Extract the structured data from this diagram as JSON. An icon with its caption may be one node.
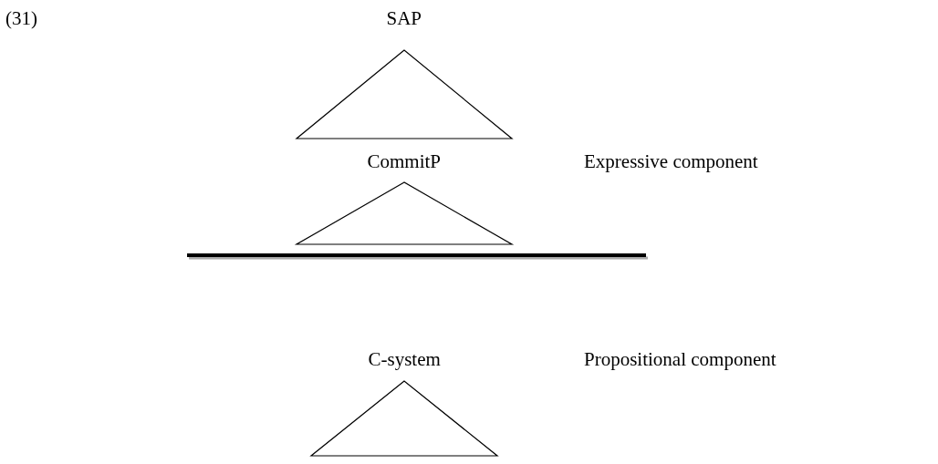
{
  "diagram": {
    "nodes": [
      {
        "text": [
          "SAP"
        ]
      },
      {
        "text": [],
        "shape": "triangle"
      },
      {
        "text": [
          "CommitP"
        ]
      },
      {
        "text": [],
        "shape": "triangle"
      },
      {
        "text": [
          "C-system"
        ]
      },
      {
        "text": [],
        "shape": "triangle"
      }
    ],
    "labels": [
      "(31)",
      "Expressive component",
      "Propositional component"
    ]
  }
}
